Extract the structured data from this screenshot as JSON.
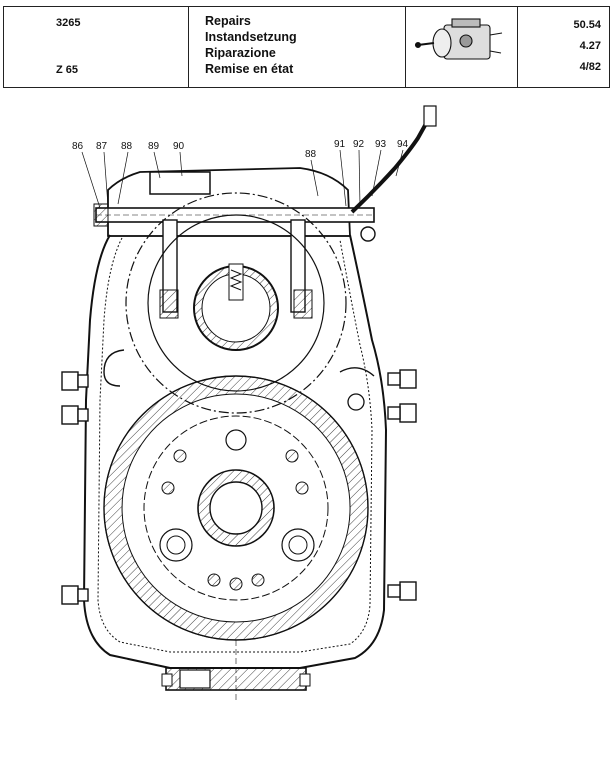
{
  "header": {
    "code_top": "3265",
    "code_bottom": "Z 65",
    "titles": [
      "Repairs",
      "Instandsetzung",
      "Riparazione",
      "Remise en état"
    ],
    "refs": [
      "50.54",
      "4.27",
      "4/82"
    ],
    "thumbnail_icon": "gearbox-thumbnail-icon"
  },
  "drawing": {
    "callouts": [
      "86",
      "87",
      "88",
      "89",
      "90",
      "88",
      "91",
      "92",
      "93",
      "94"
    ]
  },
  "colors": {
    "ink": "#111111",
    "paper": "#ffffff"
  }
}
